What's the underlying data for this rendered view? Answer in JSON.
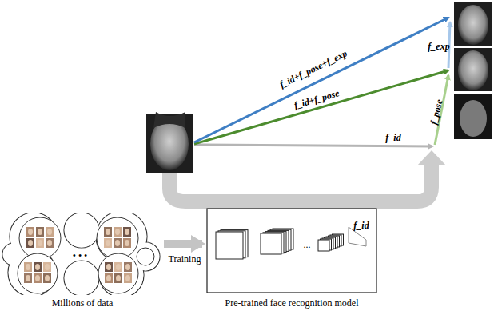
{
  "diagram": {
    "nodes": [
      {
        "text": [
          "Millions of data"
        ]
      },
      {
        "text": [
          "Pre-trained face recognition model"
        ]
      }
    ],
    "edges": [
      {
        "from": 0,
        "to": 1,
        "label": "Training",
        "arrow": "to"
      }
    ],
    "labels": [
      "f_id+f_pose+f_exp",
      "f_exp",
      "f_id+f_pose",
      "f_pose",
      "f_id",
      "f_id",
      "• • •",
      "..."
    ]
  }
}
